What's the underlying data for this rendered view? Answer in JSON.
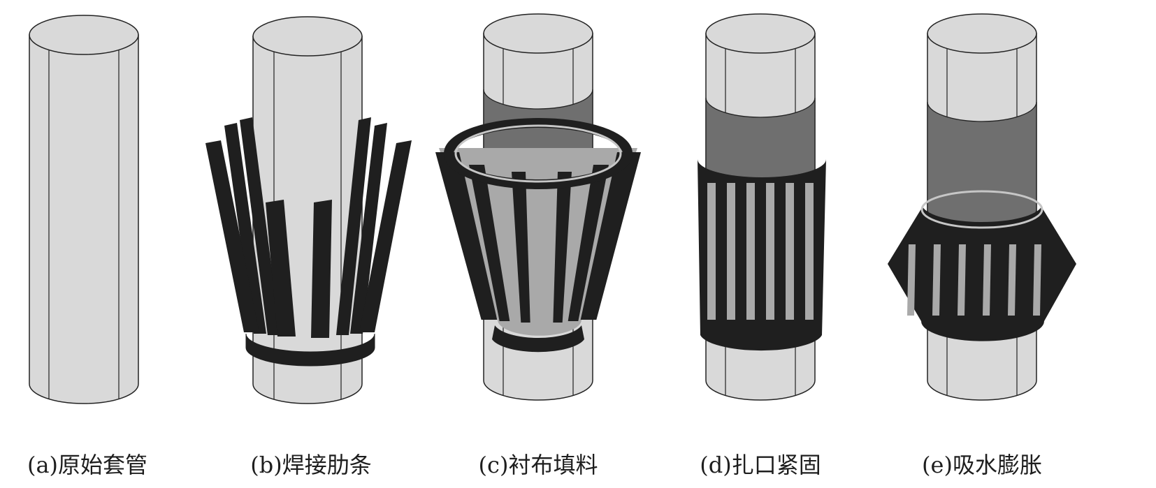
{
  "figure": {
    "panels": [
      {
        "id": "a",
        "caption": "(a)原始套管"
      },
      {
        "id": "b",
        "caption": "(b)焊接肋条"
      },
      {
        "id": "c",
        "caption": "(c)衬布填料"
      },
      {
        "id": "d",
        "caption": "(d)扎口紧固"
      },
      {
        "id": "e",
        "caption": "(e)吸水膨胀"
      }
    ]
  },
  "colors": {
    "casing": "#d9d9d9",
    "casing_shade": "#c6c6c6",
    "outline": "#222222",
    "rib": "#1f1f1f",
    "liner": "#6f6f6f",
    "gap": "#a9a9a9",
    "background": "#ffffff"
  }
}
